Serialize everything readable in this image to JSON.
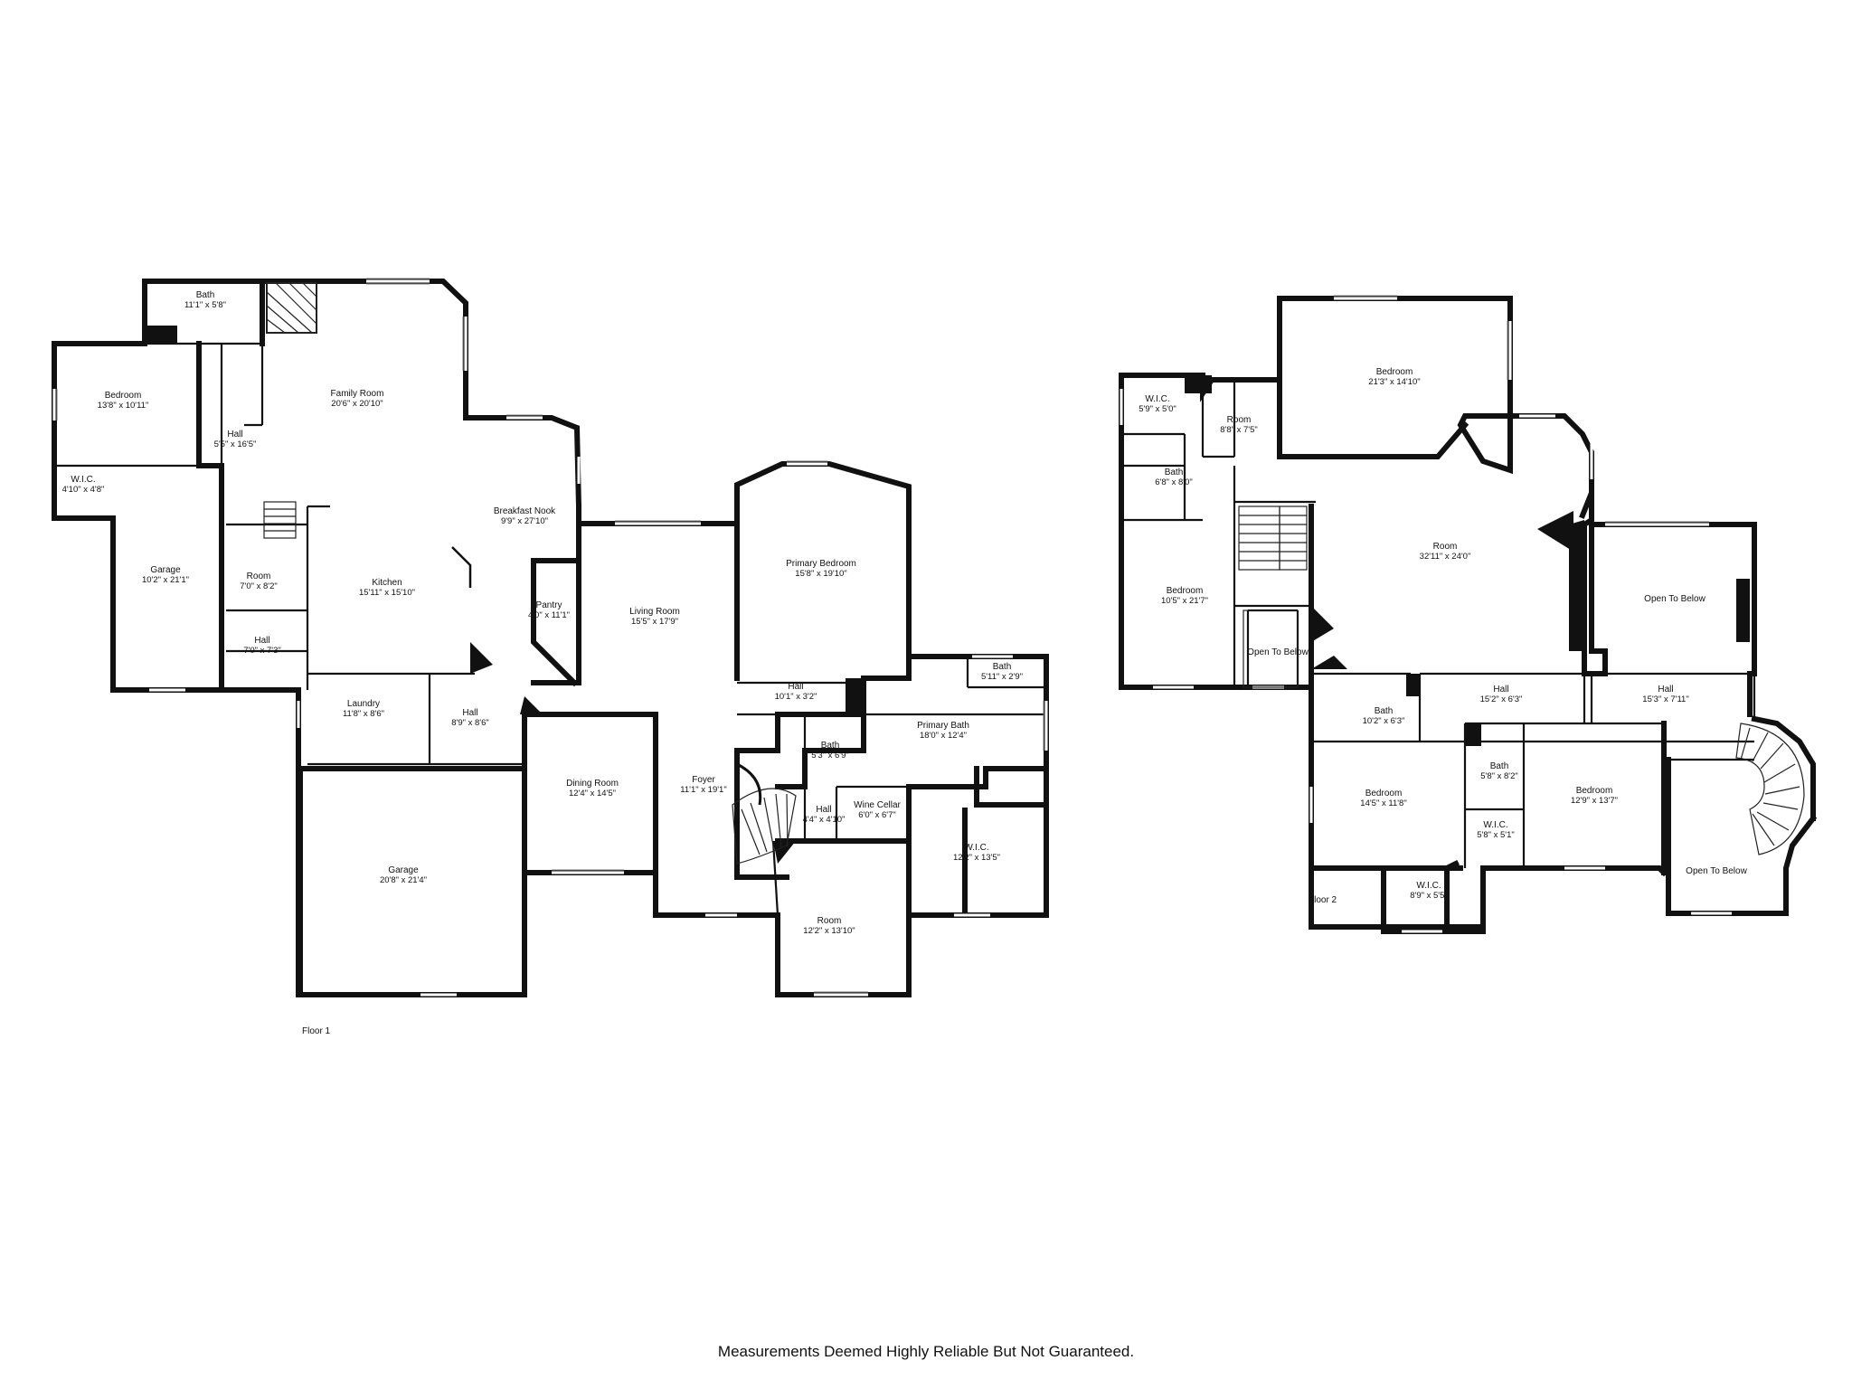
{
  "floors": [
    {
      "label": "Floor 1",
      "rooms": [
        {
          "name": "Bath",
          "dims": "11'1\" x 5'8\""
        },
        {
          "name": "Bedroom",
          "dims": "13'8\" x 10'11\""
        },
        {
          "name": "W.I.C.",
          "dims": "4'10\" x 4'8\""
        },
        {
          "name": "Hall",
          "dims": "5'5\" x 16'5\""
        },
        {
          "name": "Family Room",
          "dims": "20'6\" x 20'10\""
        },
        {
          "name": "Breakfast Nook",
          "dims": "9'9\" x 27'10\""
        },
        {
          "name": "Garage",
          "dims": "10'2\" x 21'1\""
        },
        {
          "name": "Room",
          "dims": "7'0\" x 8'2\""
        },
        {
          "name": "Kitchen",
          "dims": "15'11\" x 15'10\""
        },
        {
          "name": "Pantry",
          "dims": "4'0\" x 11'1\""
        },
        {
          "name": "Hall",
          "dims": "7'0\" x 7'3\""
        },
        {
          "name": "Living Room",
          "dims": "15'5\" x 17'9\""
        },
        {
          "name": "Primary Bedroom",
          "dims": "15'8\" x 19'10\""
        },
        {
          "name": "Laundry",
          "dims": "11'8\" x 8'6\""
        },
        {
          "name": "Hall",
          "dims": "8'9\" x 8'6\""
        },
        {
          "name": "Hall",
          "dims": "10'1\" x 3'2\""
        },
        {
          "name": "Bath",
          "dims": "5'11\" x 2'9\""
        },
        {
          "name": "Primary Bath",
          "dims": "18'0\" x 12'4\""
        },
        {
          "name": "Bath",
          "dims": "5'3\" x 6'9\""
        },
        {
          "name": "Dining Room",
          "dims": "12'4\" x 14'5\""
        },
        {
          "name": "Foyer",
          "dims": "11'1\" x 19'1\""
        },
        {
          "name": "Hall",
          "dims": "4'4\" x 4'10\""
        },
        {
          "name": "Wine Cellar",
          "dims": "6'0\" x 6'7\""
        },
        {
          "name": "W.I.C.",
          "dims": "12'2\" x 13'5\""
        },
        {
          "name": "Garage",
          "dims": "20'8\" x 21'4\""
        },
        {
          "name": "Room",
          "dims": "12'2\" x 13'10\""
        }
      ]
    },
    {
      "label": "Floor 2",
      "rooms": [
        {
          "name": "W.I.C.",
          "dims": "5'9\" x 5'0\""
        },
        {
          "name": "Room",
          "dims": "8'8\" x 7'5\""
        },
        {
          "name": "Bedroom",
          "dims": "21'3\" x 14'10\""
        },
        {
          "name": "Bath",
          "dims": "6'8\" x 8'0\""
        },
        {
          "name": "Room",
          "dims": "32'11\" x 24'0\""
        },
        {
          "name": "Bedroom",
          "dims": "10'5\" x 21'7\""
        },
        {
          "name": "Open To Below",
          "dims": ""
        },
        {
          "name": "Open To Below",
          "dims": ""
        },
        {
          "name": "Bath",
          "dims": "10'2\" x 6'3\""
        },
        {
          "name": "Hall",
          "dims": "15'2\" x 6'3\""
        },
        {
          "name": "Hall",
          "dims": "15'3\" x 7'11\""
        },
        {
          "name": "Bedroom",
          "dims": "14'5\" x 11'8\""
        },
        {
          "name": "Bath",
          "dims": "5'8\" x 8'2\""
        },
        {
          "name": "Bedroom",
          "dims": "12'9\" x 13'7\""
        },
        {
          "name": "W.I.C.",
          "dims": "5'8\" x 5'1\""
        },
        {
          "name": "W.I.C.",
          "dims": "8'9\" x 5'5\""
        },
        {
          "name": "Open To Below",
          "dims": ""
        }
      ]
    }
  ],
  "disclaimer": "Measurements Deemed Highly Reliable But Not Guaranteed.",
  "colors": {
    "wall": "#111111",
    "background": "#ffffff"
  }
}
